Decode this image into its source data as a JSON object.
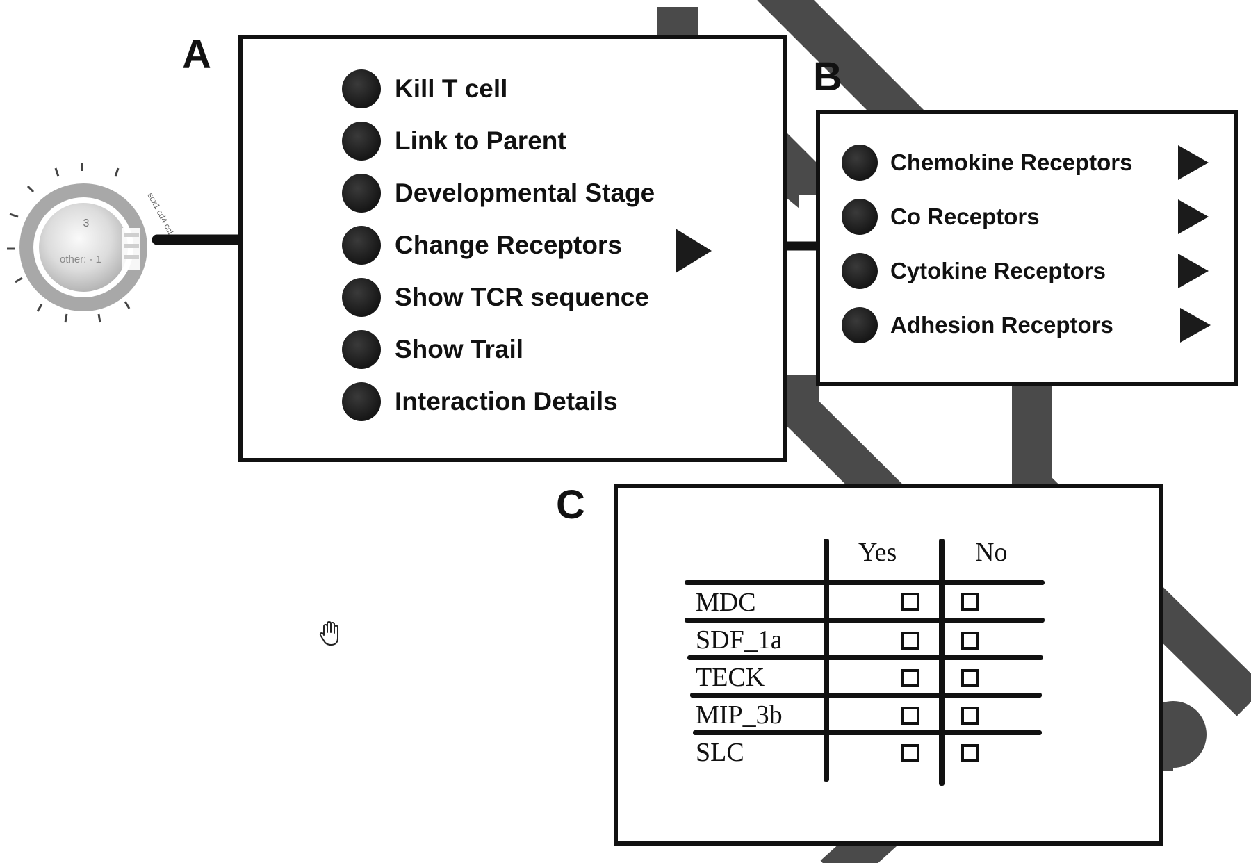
{
  "panel_letters": {
    "a": "A",
    "b": "B",
    "c": "C"
  },
  "cell": {
    "count": "3",
    "label": "other: - 1",
    "side_label": "scx1 cd4 ccL"
  },
  "main_menu": {
    "items": [
      {
        "label": "Kill T cell",
        "icon": "circle-bullet-icon"
      },
      {
        "label": "Link to Parent",
        "icon": "circle-bullet-icon"
      },
      {
        "label": "Developmental Stage",
        "icon": "circle-bullet-icon"
      },
      {
        "label": "Change Receptors",
        "icon": "circle-bullet-icon",
        "submenu": true
      },
      {
        "label": "Show TCR sequence",
        "icon": "circle-bullet-icon"
      },
      {
        "label": "Show Trail",
        "icon": "circle-bullet-icon"
      },
      {
        "label": "Interaction Details",
        "icon": "circle-bullet-icon"
      }
    ]
  },
  "receptor_menu": {
    "items": [
      {
        "label": "Chemokine Receptors",
        "icon": "circle-bullet-icon",
        "submenu": true
      },
      {
        "label": "Co Receptors",
        "icon": "circle-bullet-icon",
        "submenu": true
      },
      {
        "label": "Cytokine Receptors",
        "icon": "circle-bullet-icon",
        "submenu": true
      },
      {
        "label": "Adhesion Receptors",
        "icon": "circle-bullet-icon",
        "submenu": true
      }
    ]
  },
  "chemokine_table": {
    "columns": [
      "Yes",
      "No"
    ],
    "rows": [
      {
        "name": "MDC",
        "yes": false,
        "no": false
      },
      {
        "name": "SDF_1a",
        "yes": false,
        "no": false
      },
      {
        "name": "TECK",
        "yes": false,
        "no": false
      },
      {
        "name": "MIP_3b",
        "yes": false,
        "no": false
      },
      {
        "name": "SLC",
        "yes": false,
        "no": false
      }
    ]
  },
  "colors": {
    "background_path": "#4a4a4a",
    "ink": "#111111",
    "cell_ring": "#a8a8a8"
  },
  "cursor": {
    "icon": "hand-cursor-icon"
  }
}
